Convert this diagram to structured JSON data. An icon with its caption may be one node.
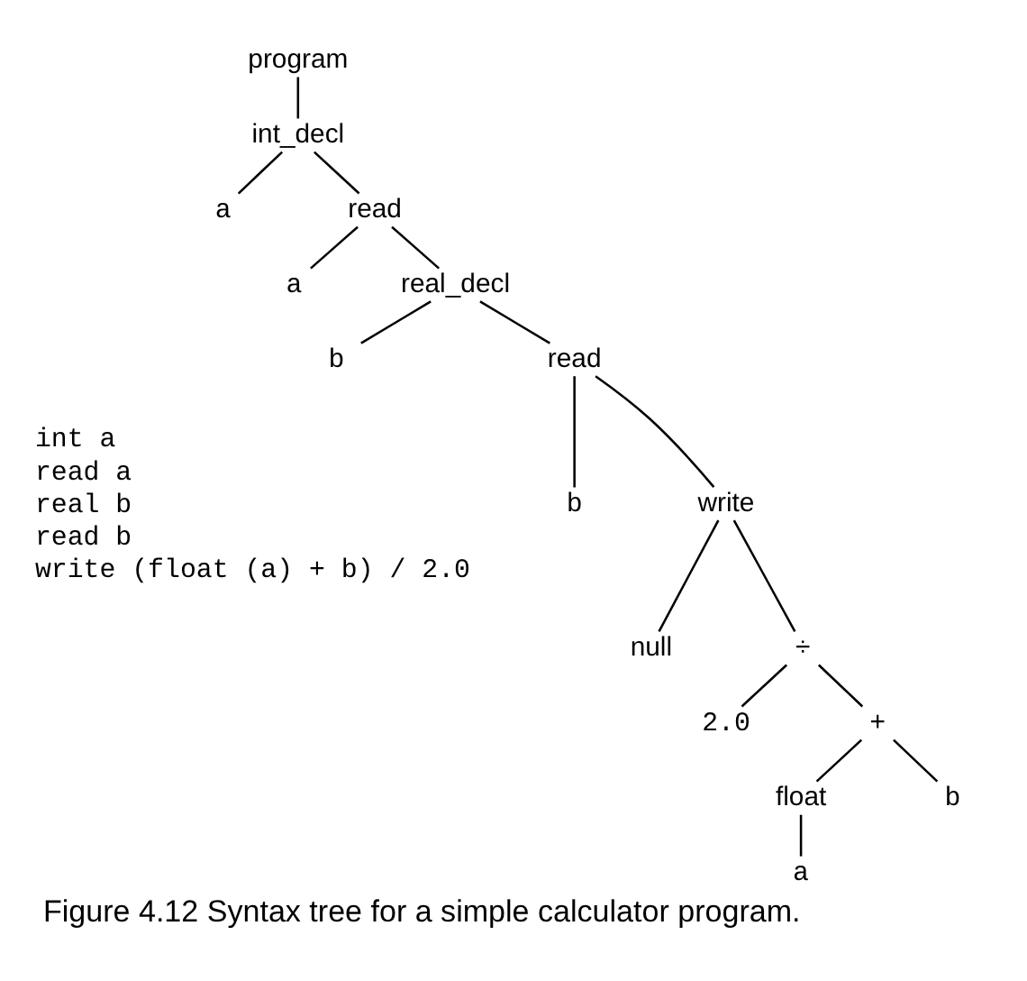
{
  "diagram": {
    "caption": "Figure 4.12 Syntax tree for a simple calculator program.",
    "nodes": [
      {
        "text": [
          "program"
        ]
      },
      {
        "text": [
          "int_decl"
        ]
      },
      {
        "text": [
          "a"
        ]
      },
      {
        "text": [
          "read"
        ]
      },
      {
        "text": [
          "a"
        ]
      },
      {
        "text": [
          "real_decl"
        ]
      },
      {
        "text": [
          "b"
        ]
      },
      {
        "text": [
          "read"
        ]
      },
      {
        "text": [
          "b"
        ]
      },
      {
        "text": [
          "write"
        ]
      },
      {
        "text": [
          "null"
        ]
      },
      {
        "text": [
          "÷"
        ]
      },
      {
        "text": [
          "2.0"
        ]
      },
      {
        "text": [
          "+"
        ]
      },
      {
        "text": [
          "float"
        ]
      },
      {
        "text": [
          "b"
        ]
      },
      {
        "text": [
          "a"
        ]
      }
    ],
    "edges": [
      {
        "from": 0,
        "to": 1,
        "arrow": "none"
      },
      {
        "from": 1,
        "to": 2,
        "arrow": "none"
      },
      {
        "from": 1,
        "to": 3,
        "arrow": "none"
      },
      {
        "from": 3,
        "to": 4,
        "arrow": "none"
      },
      {
        "from": 3,
        "to": 5,
        "arrow": "none"
      },
      {
        "from": 5,
        "to": 6,
        "arrow": "none"
      },
      {
        "from": 5,
        "to": 7,
        "arrow": "none"
      },
      {
        "from": 7,
        "to": 8,
        "arrow": "none"
      },
      {
        "from": 7,
        "to": 9,
        "arrow": "none"
      },
      {
        "from": 9,
        "to": 11,
        "arrow": "none"
      },
      {
        "from": 9,
        "to": 10,
        "arrow": "none"
      },
      {
        "from": 11,
        "to": 13,
        "arrow": "none"
      },
      {
        "from": 11,
        "to": 12,
        "arrow": "none"
      },
      {
        "from": 13,
        "to": 14,
        "arrow": "none"
      },
      {
        "from": 13,
        "to": 15,
        "arrow": "none"
      },
      {
        "from": 14,
        "to": 16,
        "arrow": "none"
      }
    ],
    "labels": [
      "int a",
      "read a",
      "real b",
      "read b",
      "write (float (a) + b) / 2.0"
    ]
  }
}
